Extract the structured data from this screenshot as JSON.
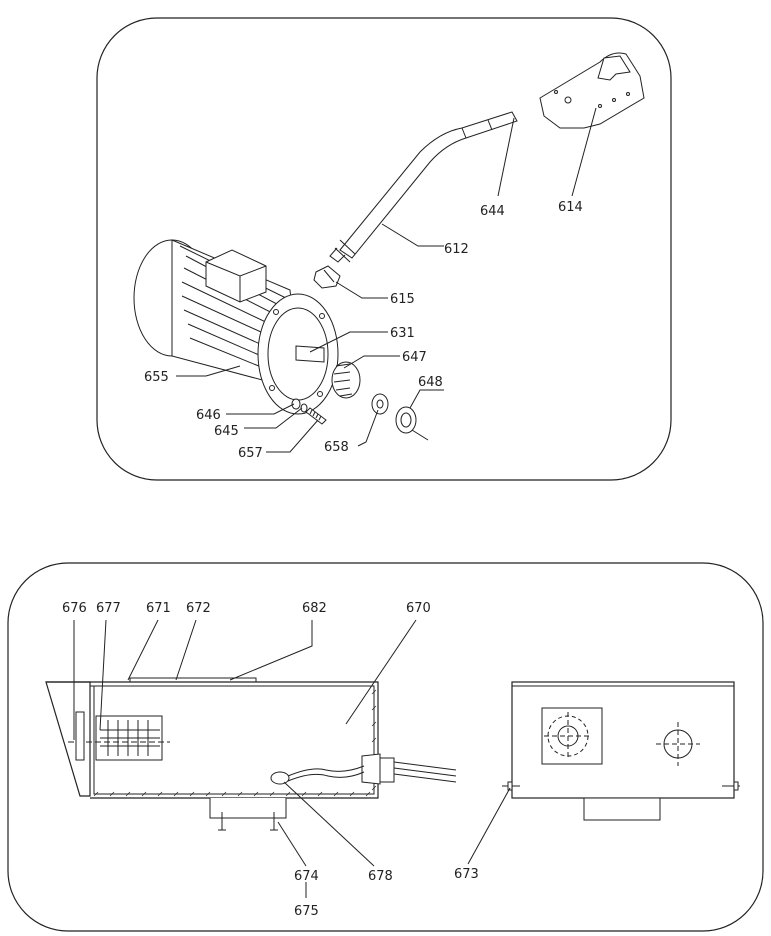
{
  "top_panel": {
    "labels": {
      "p644": "644",
      "p614": "614",
      "p612": "612",
      "p615": "615",
      "p631": "631",
      "p647": "647",
      "p655": "655",
      "p648": "648",
      "p646": "646",
      "p645": "645",
      "p657": "657",
      "p658": "658"
    }
  },
  "bottom_panel": {
    "labels": {
      "p676": "676",
      "p677": "677",
      "p671": "671",
      "p672": "672",
      "p682": "682",
      "p670": "670",
      "p674": "674",
      "p675": "675",
      "p678": "678",
      "p673": "673"
    }
  }
}
